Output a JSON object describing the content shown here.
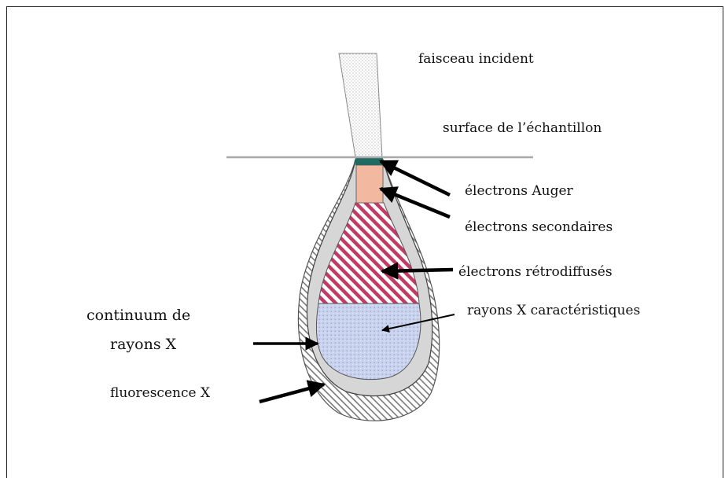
{
  "labels": {
    "beam": "faisceau incident",
    "surface": "surface de l’échantillon",
    "auger": "électrons Auger",
    "secondary": "électrons secondaires",
    "backscattered": "électrons rétrodiffusés",
    "characteristic_xray": "rayons X caractéristiques",
    "continuum_line1": "continuum de",
    "continuum_line2": "rayons X",
    "fluorescence": "fluorescence X"
  },
  "colors": {
    "auger": "#1f6b62",
    "secondary": "#f0b8a0",
    "backscattered": "#c03060",
    "characteristic_xray": "#c8d4ee",
    "continuum": "#d6d6d6",
    "surface_line": "#a8a8a8"
  }
}
